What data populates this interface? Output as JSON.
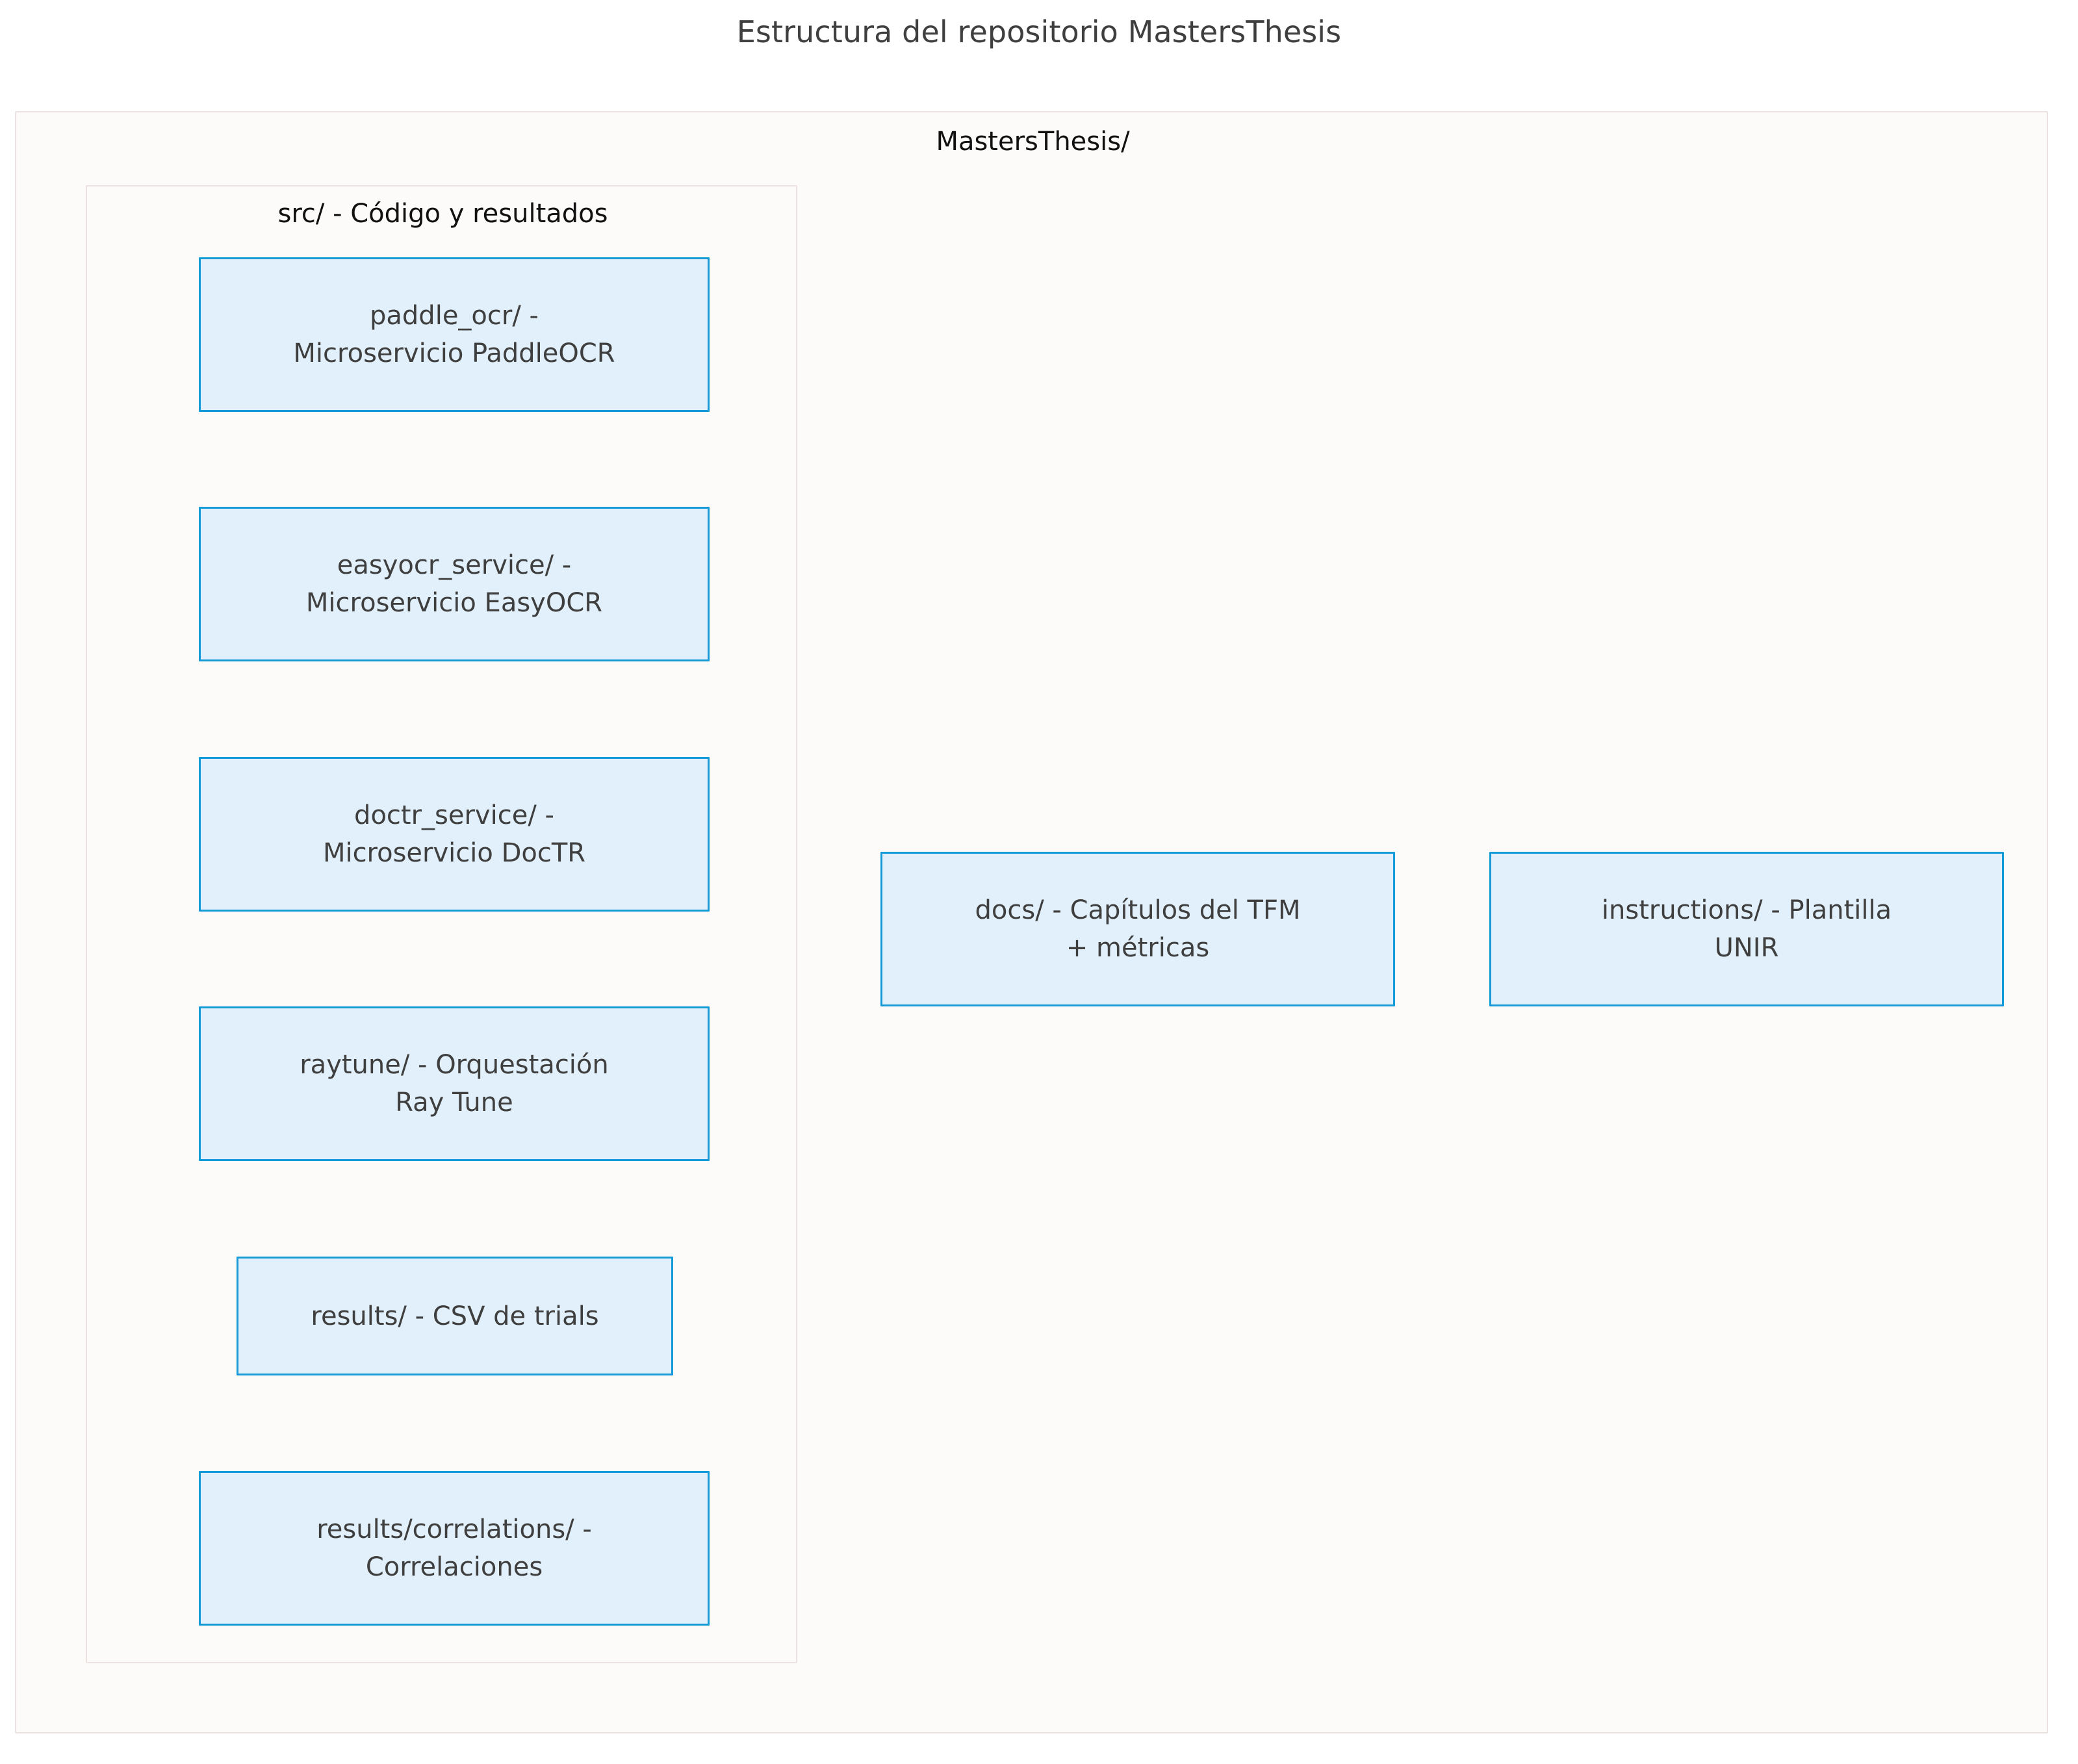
{
  "diagram": {
    "title": "Estructura del repositorio MastersThesis",
    "type": "flowchart",
    "colors": {
      "node_fill": "#e1f0fa",
      "node_border": "#149bd7",
      "node_text": "#3f3f3f",
      "cluster_fill": "#fdfbfa",
      "cluster_border": "#ece2e1",
      "cluster_text": "#111111",
      "title_text": "#3f3f3f",
      "page_background": "#ffffff"
    }
  },
  "root_cluster": {
    "label": "MastersThesis/"
  },
  "src_cluster": {
    "label": "src/ - Código y resultados",
    "nodes": [
      {
        "id": "paddle_ocr",
        "line1": "paddle_ocr/ -",
        "line2": "Microservicio PaddleOCR",
        "text": "paddle_ocr/ -\nMicroservicio PaddleOCR"
      },
      {
        "id": "easyocr_service",
        "line1": "easyocr_service/ -",
        "line2": "Microservicio EasyOCR",
        "text": "easyocr_service/ -\nMicroservicio EasyOCR"
      },
      {
        "id": "doctr_service",
        "line1": "doctr_service/ -",
        "line2": "Microservicio DocTR",
        "text": "doctr_service/ -\nMicroservicio DocTR"
      },
      {
        "id": "raytune",
        "line1": "raytune/ - Orquestación",
        "line2": "Ray Tune",
        "text": "raytune/ - Orquestación\nRay Tune"
      },
      {
        "id": "results",
        "line1": "results/ - CSV de trials",
        "line2": "",
        "text": "results/ - CSV de trials"
      },
      {
        "id": "results_correlations",
        "line1": "results/correlations/ -",
        "line2": "Correlaciones",
        "text": "results/correlations/ -\nCorrelaciones"
      }
    ]
  },
  "root_nodes": [
    {
      "id": "docs",
      "line1": "docs/ - Capítulos del TFM",
      "line2": "+ métricas",
      "text": "docs/ - Capítulos del TFM\n+ métricas"
    },
    {
      "id": "instructions",
      "line1": "instructions/ - Plantilla",
      "line2": "UNIR",
      "text": "instructions/ - Plantilla\nUNIR"
    }
  ]
}
